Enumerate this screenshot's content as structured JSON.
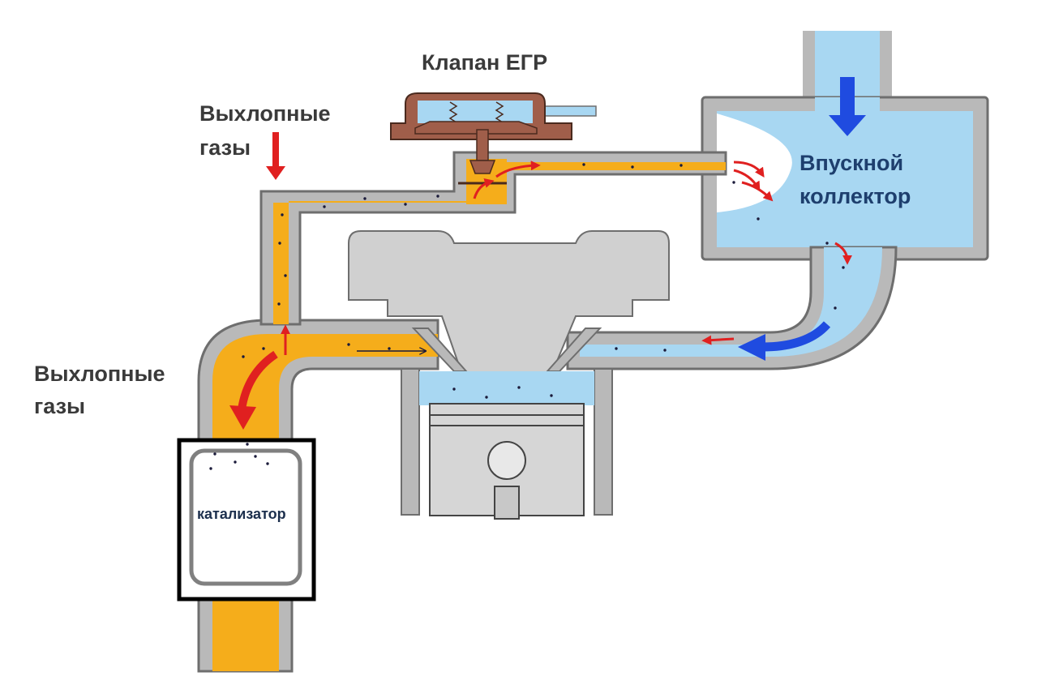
{
  "labels": {
    "egr_valve": "Клапан ЕГР",
    "exhaust_top_line1": "Выхлопные",
    "exhaust_top_line2": "газы",
    "exhaust_left_line1": "Выхлопные",
    "exhaust_left_line2": "газы",
    "intake_line1": "Впускной",
    "intake_line2": "коллектор",
    "catalyst": "катализатор"
  },
  "colors": {
    "exhaust": "#f5ad1b",
    "intake": "#a8d7f2",
    "engine": "#d0d0d0",
    "wall": "#6e6e6e",
    "valve_body": "#a05e4a",
    "arrow_red": "#e02020",
    "arrow_blue": "#1f4be0"
  }
}
